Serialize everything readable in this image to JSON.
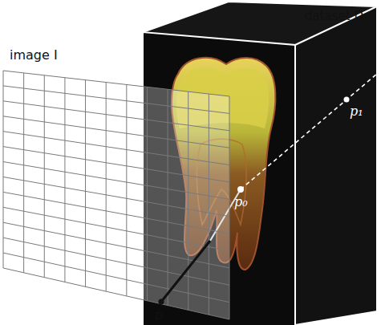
{
  "diagram": {
    "labels": [
      "image I",
      "dataset D",
      "p",
      "p₀",
      "p₁"
    ]
  }
}
